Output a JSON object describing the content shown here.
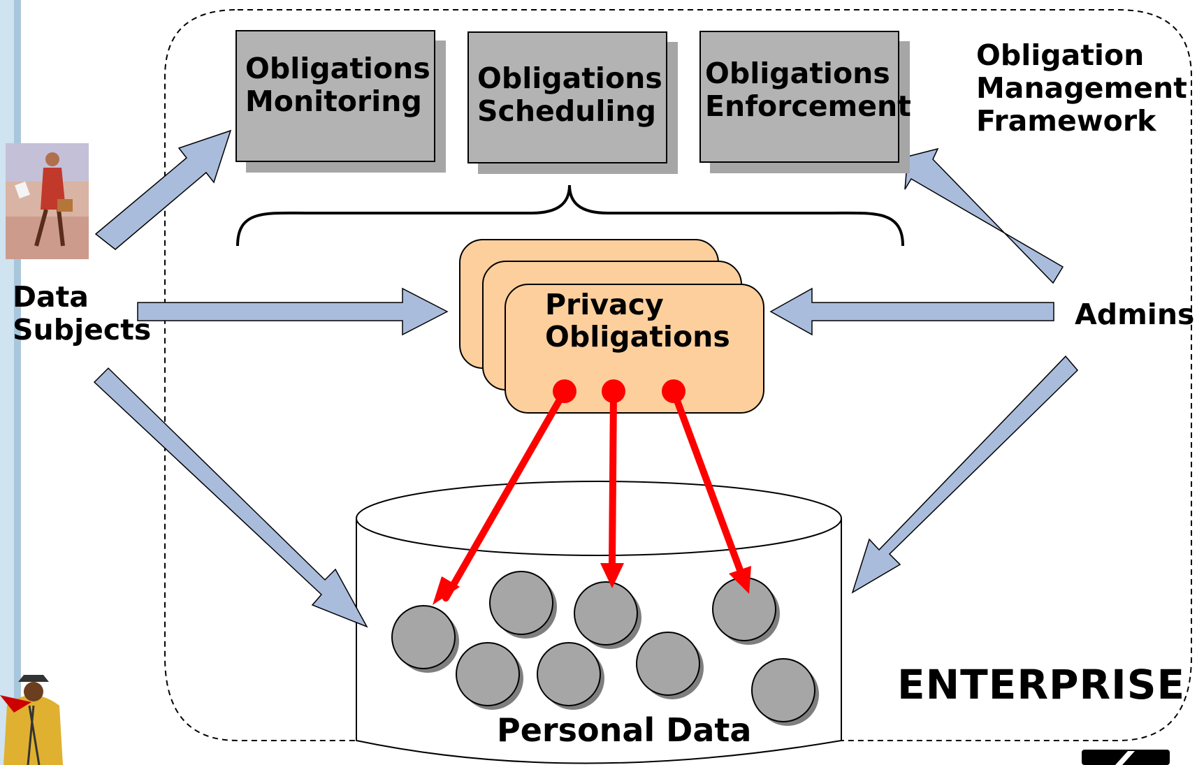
{
  "framework": {
    "boxes": [
      {
        "line1": "Obligations",
        "line2": "Monitoring"
      },
      {
        "line1": "Obligations",
        "line2": "Scheduling"
      },
      {
        "line1": "Obligations",
        "line2": "Enforcement"
      }
    ],
    "title": {
      "line1": "Obligation",
      "line2": "Management",
      "line3": "Framework"
    }
  },
  "privacy": {
    "line1": "Privacy",
    "line2": "Obligations"
  },
  "actors": {
    "data_subjects": {
      "line1": "Data",
      "line2": "Subjects"
    },
    "admins": "Admins"
  },
  "database": {
    "label": "Personal Data"
  },
  "enterprise_label": "ENTERPRISE",
  "colors": {
    "arrow_fill": "#a9bcdc",
    "box_fill": "#b3b3b3",
    "card_fill": "#fccf9c",
    "link_red": "#ff0000",
    "data_node": "#a6a6a6"
  }
}
